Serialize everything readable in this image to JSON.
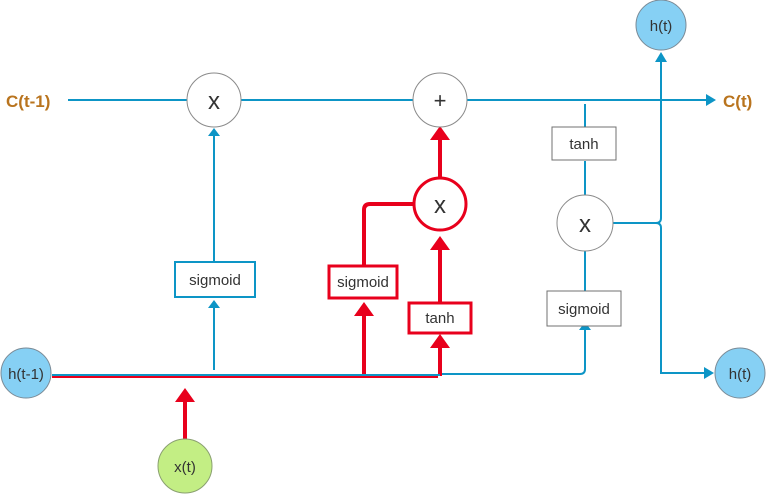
{
  "diagram": {
    "title": "LSTM cell",
    "colors": {
      "blue_line": "#0d95c6",
      "red_line": "#e8001c",
      "state_label": "#b9741e",
      "h_node_fill": "#86d0f4",
      "x_node_fill": "#c3ee84",
      "op_node_stroke": "#8a8a8a",
      "box_stroke": "#707070",
      "text": "#333333"
    },
    "labels": {
      "c_prev": "C(t-1)",
      "c_next": "C(t)",
      "h_prev": "h(t-1)",
      "h_out_top": "h(t)",
      "h_out_right": "h(t)",
      "x_in": "x(t)",
      "forget_multiply": "x",
      "cell_add": "+",
      "input_multiply": "x",
      "output_multiply": "x",
      "forget_gate": "sigmoid",
      "input_gate": "sigmoid",
      "candidate": "tanh",
      "output_gate": "sigmoid",
      "cell_tanh": "tanh"
    }
  }
}
